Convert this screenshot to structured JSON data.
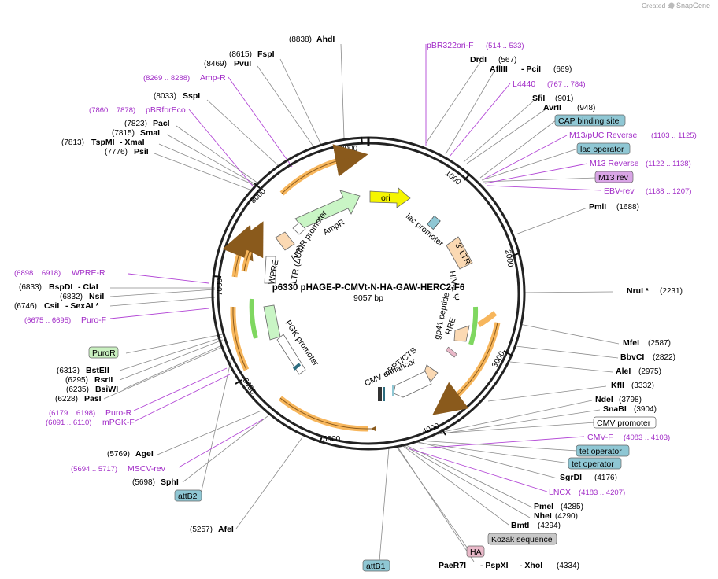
{
  "credit": {
    "prefix": "Created by",
    "brand": "SnapGene"
  },
  "plasmid": {
    "name": "p6330 pHAGE-P-CMVt-N-HA-GAW-HERC2-F6",
    "length": "9057 bp"
  },
  "ticks": [
    "1000",
    "2000",
    "3000",
    "4000",
    "5000",
    "6000",
    "7000",
    "8000",
    "9000"
  ],
  "features": [
    {
      "label": "ori"
    },
    {
      "label": "lac promoter"
    },
    {
      "label": "3' LTR"
    },
    {
      "label": "HIV-1 Ψ"
    },
    {
      "label": "gp41 peptide"
    },
    {
      "label": "RRE"
    },
    {
      "label": "cPPT/CTS"
    },
    {
      "label": "CMV enhancer"
    },
    {
      "label": "PGK promoter"
    },
    {
      "label": "WPRE"
    },
    {
      "label": "LTR (ΔU3)"
    },
    {
      "label": "AmpR promoter"
    },
    {
      "label": "AmpR"
    }
  ],
  "enzymes": [
    {
      "name": "AhdI",
      "pos": "(8838)"
    },
    {
      "name": "FspI",
      "pos": "(8615)"
    },
    {
      "name": "PvuI",
      "pos": "(8469)"
    },
    {
      "name": "SspI",
      "pos": "(8033)"
    },
    {
      "name": "PacI",
      "pos": "(7823)"
    },
    {
      "name": "SmaI",
      "pos": "(7815)"
    },
    {
      "name": "TspMI",
      "name2": "- XmaI",
      "pos": "(7813)"
    },
    {
      "name": "PsiI",
      "pos": "(7776)"
    },
    {
      "name": "BspDI",
      "name2": "- ClaI",
      "pos": "(6833)"
    },
    {
      "name": "NsiI",
      "pos": "(6832)"
    },
    {
      "name": "CsiI",
      "name2": "- SexAI *",
      "pos": "(6746)"
    },
    {
      "name": "BstEII",
      "pos": "(6313)"
    },
    {
      "name": "RsrII",
      "pos": "(6295)"
    },
    {
      "name": "BsiWI",
      "pos": "(6235)"
    },
    {
      "name": "PasI",
      "pos": "(6228)"
    },
    {
      "name": "AgeI",
      "pos": "(5769)"
    },
    {
      "name": "SphI",
      "pos": "(5698)"
    },
    {
      "name": "AfeI",
      "pos": "(5257)"
    },
    {
      "name": "DrdI",
      "pos": "(567)"
    },
    {
      "name": "AflIII",
      "name2": "- PciI",
      "pos": "(669)"
    },
    {
      "name": "SfiI",
      "pos": "(901)"
    },
    {
      "name": "AvrII",
      "pos": "(948)"
    },
    {
      "name": "PmlI",
      "pos": "(1688)"
    },
    {
      "name": "NruI *",
      "pos": "(2231)"
    },
    {
      "name": "MfeI",
      "pos": "(2587)"
    },
    {
      "name": "BbvCI",
      "pos": "(2822)"
    },
    {
      "name": "AleI",
      "pos": "(2975)"
    },
    {
      "name": "KflI",
      "pos": "(3332)"
    },
    {
      "name": "NdeI",
      "pos": "(3798)"
    },
    {
      "name": "SnaBI",
      "pos": "(3904)"
    },
    {
      "name": "SgrDI",
      "pos": "(4176)"
    },
    {
      "name": "PmeI",
      "pos": "(4285)"
    },
    {
      "name": "NheI",
      "pos": "(4290)"
    },
    {
      "name": "BmtI",
      "pos": "(4294)"
    },
    {
      "name": "PaeR7I",
      "name2": "- PspXI",
      "name3": "- XhoI",
      "pos": "(4334)"
    }
  ],
  "primers": [
    {
      "name": "Amp-R",
      "range": "(8269 .. 8288)"
    },
    {
      "name": "pBRforEco",
      "range": "(7860 .. 7878)"
    },
    {
      "name": "WPRE-R",
      "range": "(6898 .. 6918)"
    },
    {
      "name": "Puro-F",
      "range": "(6675 .. 6695)"
    },
    {
      "name": "Puro-R",
      "range": "(6179 .. 6198)"
    },
    {
      "name": "mPGK-F",
      "range": "(6091 .. 6110)"
    },
    {
      "name": "MSCV-rev",
      "range": "(5694 .. 5717)"
    },
    {
      "name": "pBR322ori-F",
      "range": "(514 .. 533)"
    },
    {
      "name": "L4440",
      "range": "(767 .. 784)"
    },
    {
      "name": "M13/pUC Reverse",
      "range": "(1103 .. 1125)"
    },
    {
      "name": "M13 Reverse",
      "range": "(1122 .. 1138)"
    },
    {
      "name": "EBV-rev",
      "range": "(1188 .. 1207)"
    },
    {
      "name": "CMV-F",
      "range": "(4083 .. 4103)"
    },
    {
      "name": "LNCX",
      "range": "(4183 .. 4207)"
    }
  ],
  "boxes": [
    {
      "label": "CAP binding site",
      "color": "#8fc7d4"
    },
    {
      "label": "lac operator",
      "color": "#8fc7d4"
    },
    {
      "label": "M13 rev",
      "color": "#d9a5e6"
    },
    {
      "label": "PuroR",
      "color": "#c9f0c0"
    },
    {
      "label": "attB2",
      "color": "#8fc7d4"
    },
    {
      "label": "CMV promoter",
      "color": "#ffffff"
    },
    {
      "label": "tet operator",
      "color": "#8fc7d4"
    },
    {
      "label": "tet operator",
      "color": "#8fc7d4"
    },
    {
      "label": "Kozak sequence",
      "color": "#c8c8c8"
    },
    {
      "label": "HA",
      "color": "#e9b9c9"
    },
    {
      "label": "attB1",
      "color": "#8fc7d4"
    }
  ],
  "colors": {
    "primer": "#a12bc7",
    "backbone": "#222222",
    "orf": "#f7b65c",
    "ampr": "#c9f5c5",
    "ori": "#f5f500",
    "ltr": "#fbd9b3"
  }
}
